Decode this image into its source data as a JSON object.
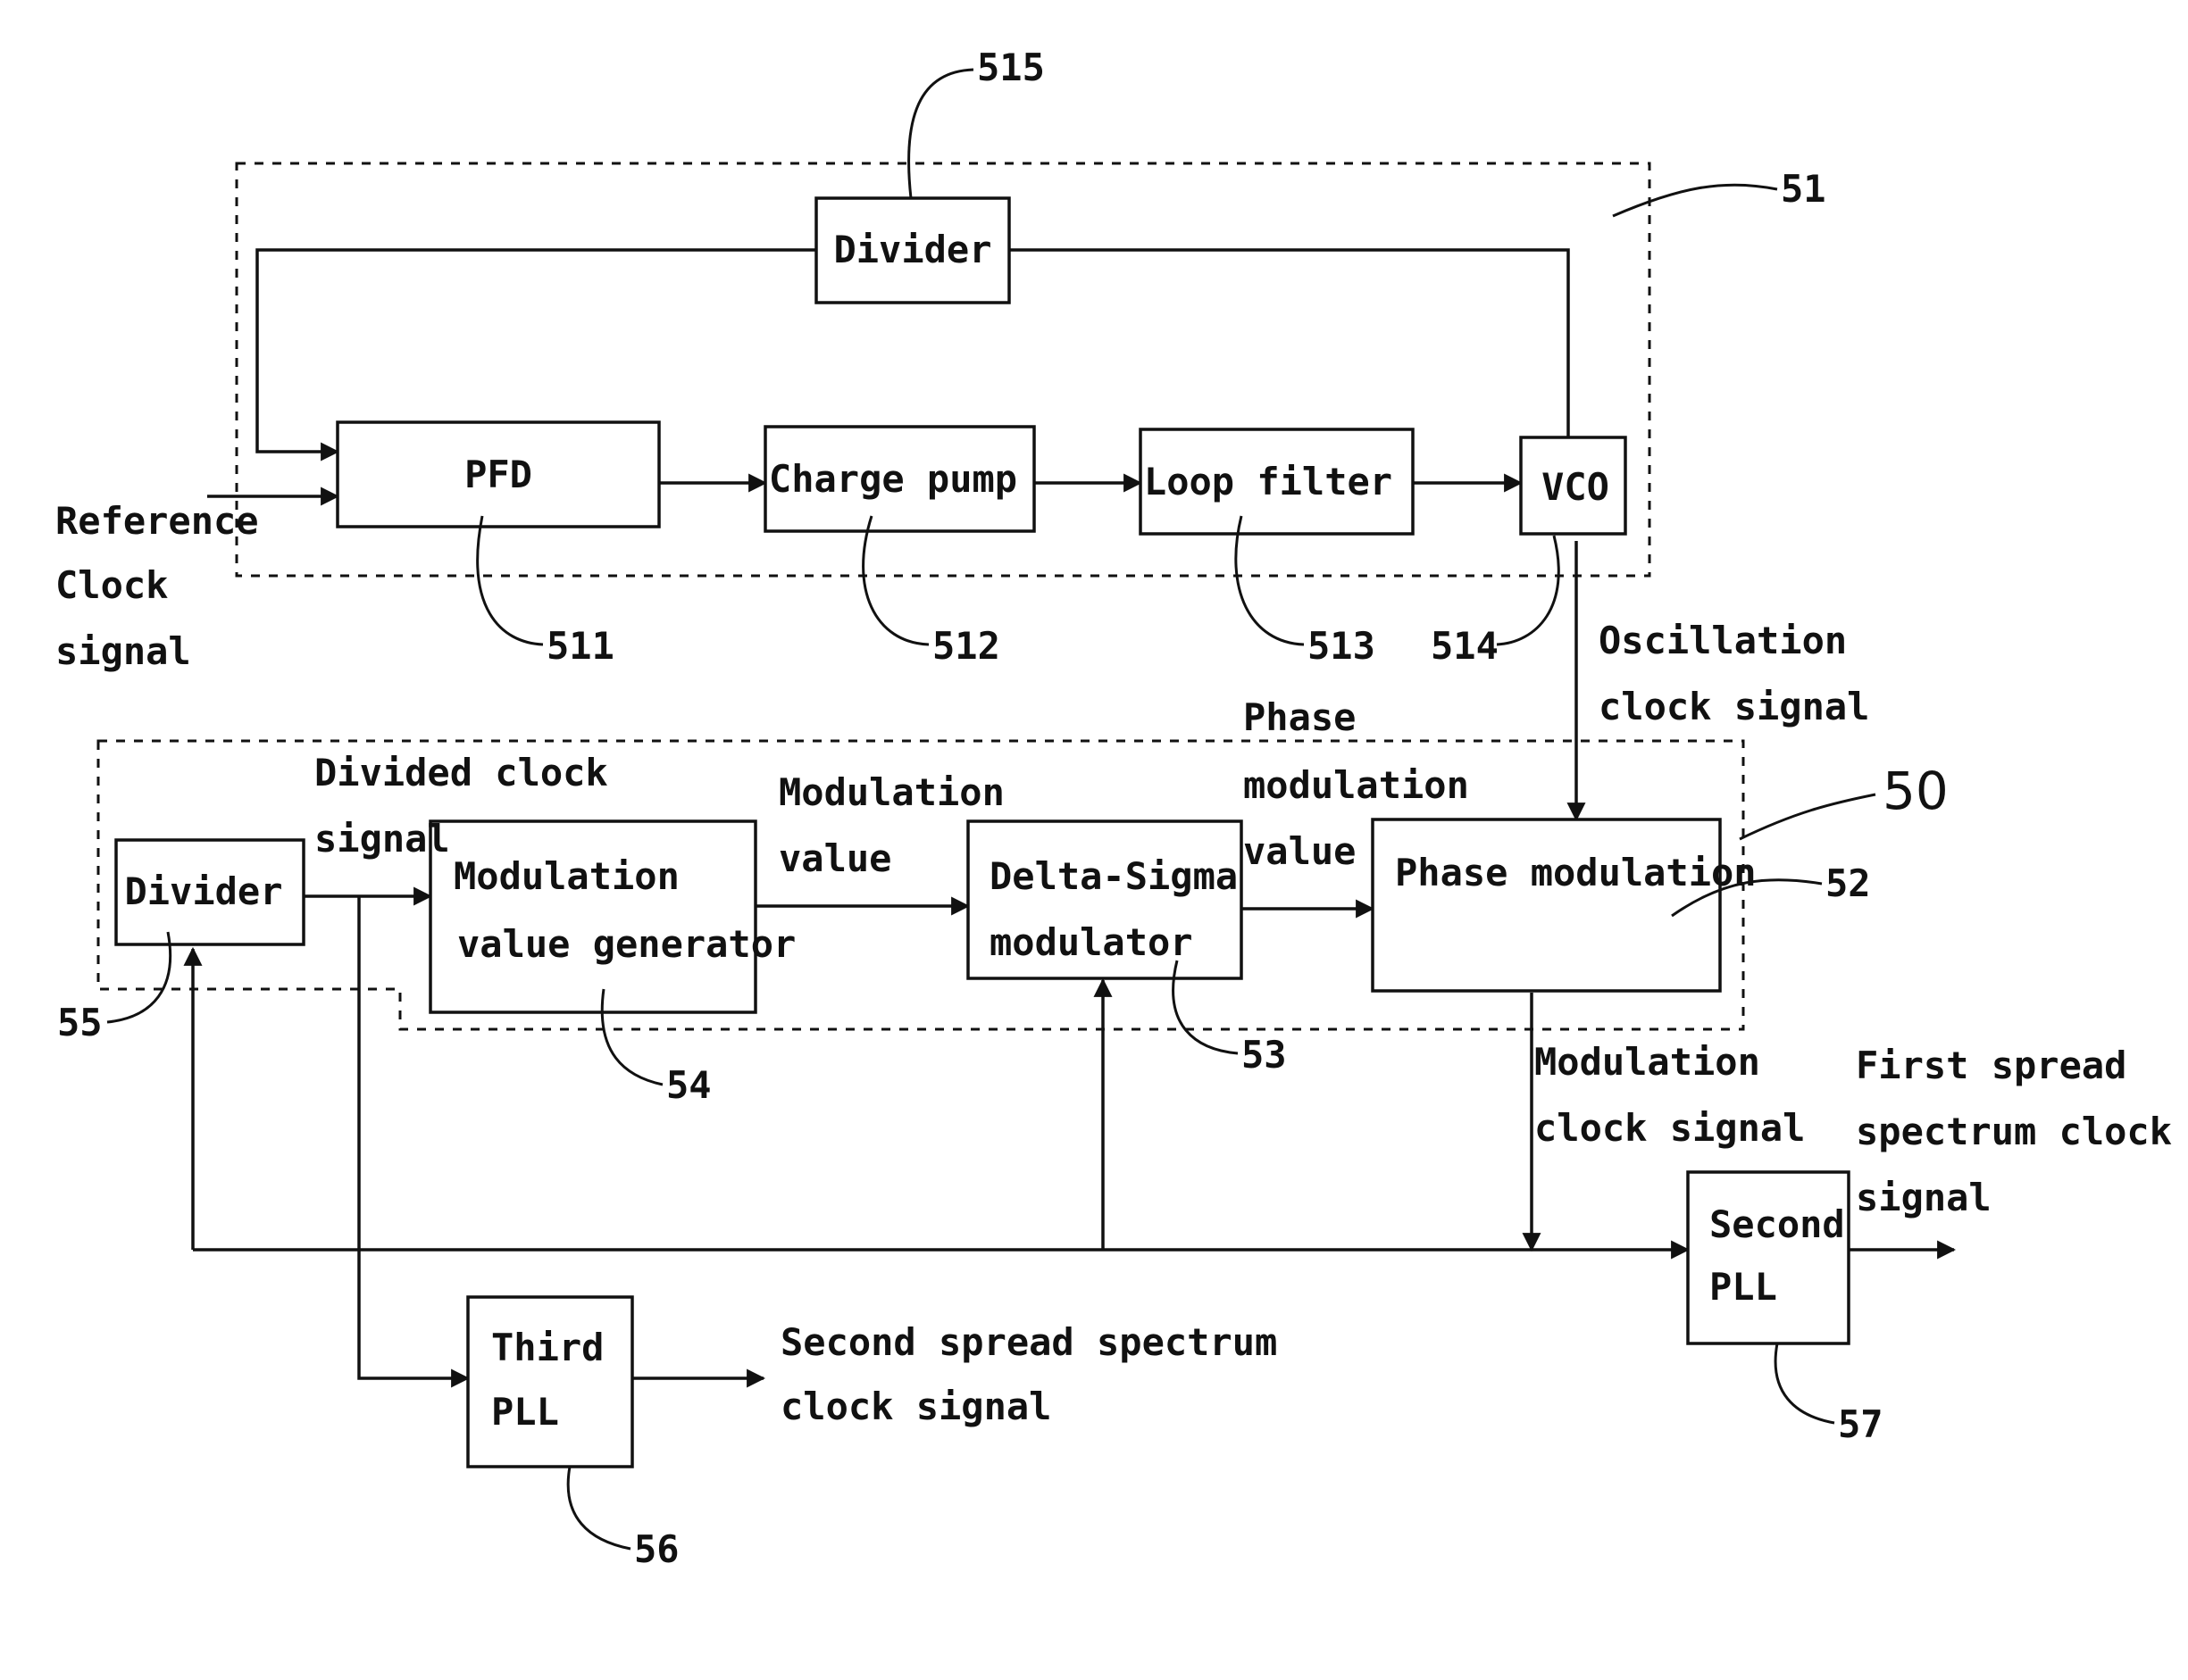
{
  "blocks": {
    "divider_top": {
      "label": "Divider",
      "ref": "515"
    },
    "pfd": {
      "label": "PFD",
      "ref": "511"
    },
    "charge_pump": {
      "label": "Charge pump",
      "ref": "512"
    },
    "loop_filter": {
      "label": "Loop filter",
      "ref": "513"
    },
    "vco": {
      "label": "VCO",
      "ref": "514"
    },
    "divider_left": {
      "label": "Divider",
      "ref": "55"
    },
    "mod_value_gen": {
      "line1": "Modulation",
      "line2": "value generator",
      "ref": "54"
    },
    "delta_sigma": {
      "line1": "Delta-Sigma",
      "line2": "modulator",
      "ref": "53"
    },
    "phase_mod": {
      "label": "Phase modulation",
      "ref": "52"
    },
    "third_pll": {
      "line1": "Third",
      "line2": "PLL",
      "ref": "56"
    },
    "second_pll": {
      "line1": "Second",
      "line2": "PLL",
      "ref": "57"
    }
  },
  "groups": {
    "pll": {
      "ref": "51"
    },
    "ssc": {
      "ref": "50"
    }
  },
  "signals": {
    "reference_clock": [
      "Reference",
      "Clock",
      "signal"
    ],
    "oscillation_clock": [
      "Oscillation",
      "clock signal"
    ],
    "divided_clock": [
      "Divided clock",
      "signal"
    ],
    "modulation_value": [
      "Modulation",
      "value"
    ],
    "phase_modulation_value": [
      "Phase",
      "modulation",
      "value"
    ],
    "modulation_clock": [
      "Modulation",
      "clock signal"
    ],
    "first_ssc": [
      "First spread",
      "spectrum clock",
      "signal"
    ],
    "second_ssc": [
      "Second spread spectrum",
      "clock signal"
    ]
  }
}
